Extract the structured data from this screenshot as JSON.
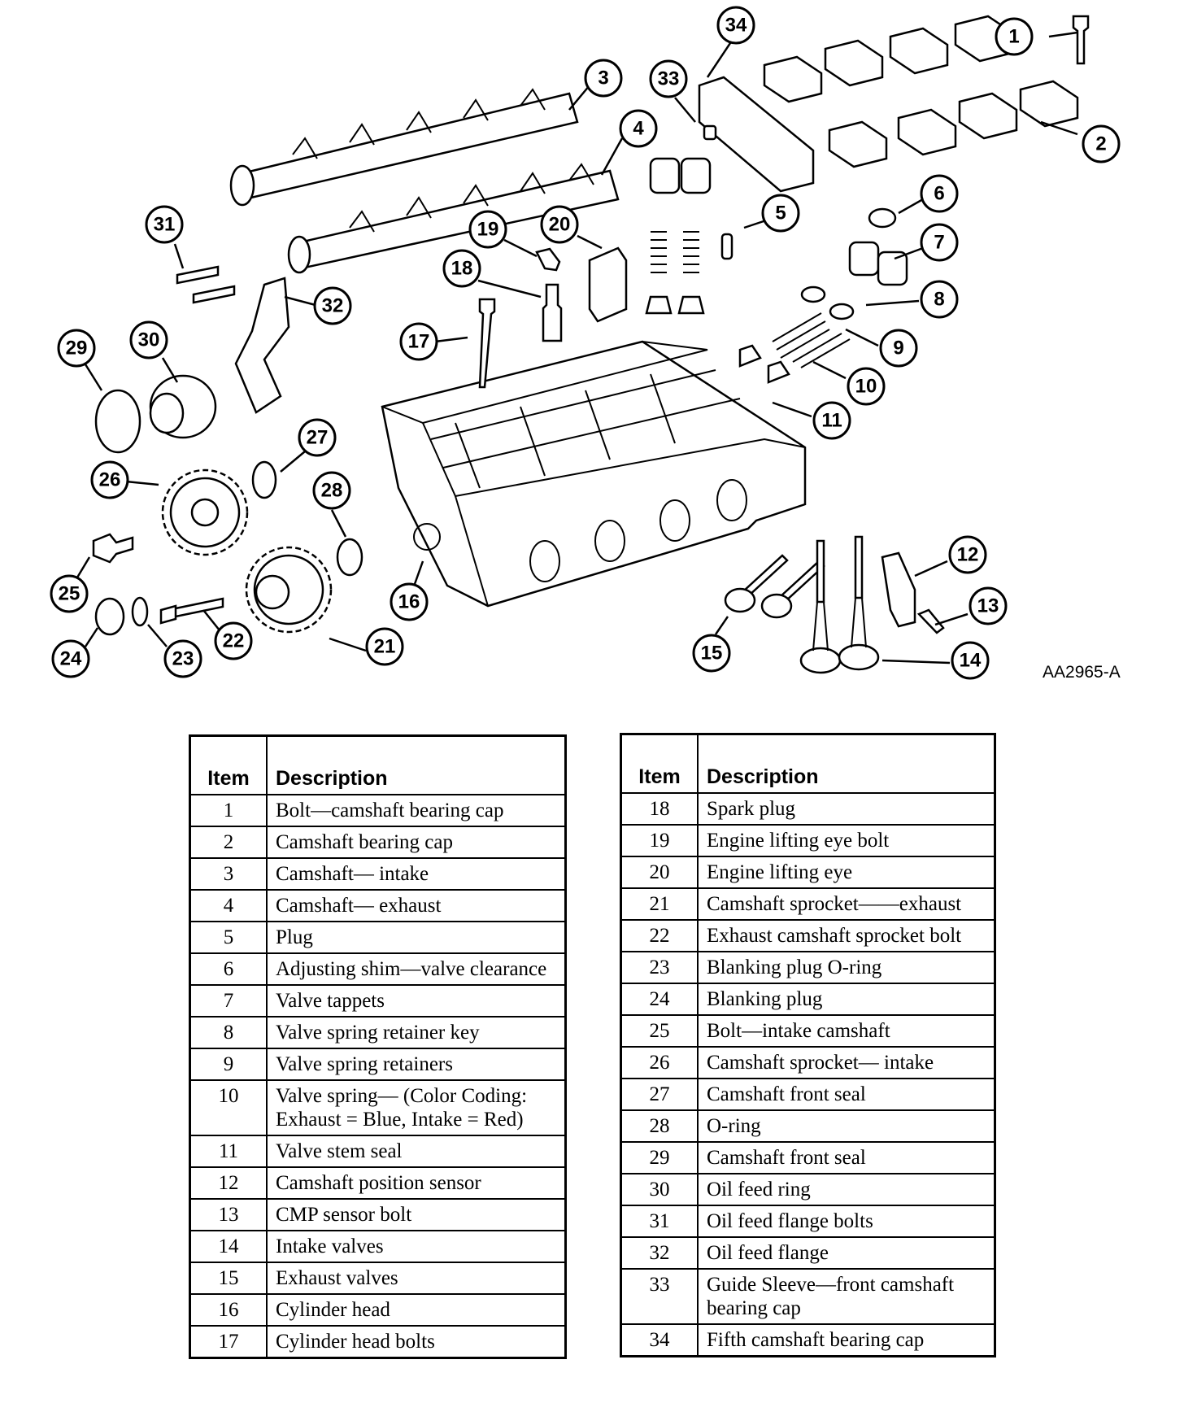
{
  "figure": {
    "code": "AA2965-A",
    "callouts": [
      "1",
      "2",
      "3",
      "4",
      "5",
      "6",
      "7",
      "8",
      "9",
      "10",
      "11",
      "12",
      "13",
      "14",
      "15",
      "16",
      "17",
      "18",
      "19",
      "20",
      "21",
      "22",
      "23",
      "24",
      "25",
      "26",
      "27",
      "28",
      "29",
      "30",
      "31",
      "32",
      "33",
      "34"
    ]
  },
  "table_left": {
    "header": {
      "item": "Item",
      "description": "Description"
    },
    "rows": [
      {
        "item": "1",
        "description": "Bolt—camshaft bearing cap"
      },
      {
        "item": "2",
        "description": "Camshaft bearing cap"
      },
      {
        "item": "3",
        "description": "Camshaft— intake"
      },
      {
        "item": "4",
        "description": "Camshaft— exhaust"
      },
      {
        "item": "5",
        "description": "Plug"
      },
      {
        "item": "6",
        "description": "Adjusting shim—valve clearance"
      },
      {
        "item": "7",
        "description": "Valve tappets"
      },
      {
        "item": "8",
        "description": "Valve spring retainer key"
      },
      {
        "item": "9",
        "description": "Valve spring retainers"
      },
      {
        "item": "10",
        "description": "Valve spring— (Color Coding: Exhaust = Blue, Intake = Red)"
      },
      {
        "item": "11",
        "description": "Valve stem seal"
      },
      {
        "item": "12",
        "description": "Camshaft position sensor"
      },
      {
        "item": "13",
        "description": "CMP sensor bolt"
      },
      {
        "item": "14",
        "description": "Intake valves"
      },
      {
        "item": "15",
        "description": "Exhaust valves"
      },
      {
        "item": "16",
        "description": "Cylinder head"
      },
      {
        "item": "17",
        "description": "Cylinder head bolts"
      }
    ]
  },
  "table_right": {
    "header": {
      "item": "Item",
      "description": "Description"
    },
    "rows": [
      {
        "item": "18",
        "description": "Spark plug"
      },
      {
        "item": "19",
        "description": "Engine lifting eye bolt"
      },
      {
        "item": "20",
        "description": "Engine lifting eye"
      },
      {
        "item": "21",
        "description": "Camshaft sprocket——exhaust"
      },
      {
        "item": "22",
        "description": "Exhaust camshaft sprocket bolt"
      },
      {
        "item": "23",
        "description": "Blanking plug O-ring"
      },
      {
        "item": "24",
        "description": "Blanking plug"
      },
      {
        "item": "25",
        "description": "Bolt—intake camshaft"
      },
      {
        "item": "26",
        "description": "Camshaft sprocket— intake"
      },
      {
        "item": "27",
        "description": "Camshaft front seal"
      },
      {
        "item": "28",
        "description": "O-ring"
      },
      {
        "item": "29",
        "description": "Camshaft front seal"
      },
      {
        "item": "30",
        "description": "Oil feed ring"
      },
      {
        "item": "31",
        "description": "Oil feed flange bolts"
      },
      {
        "item": "32",
        "description": "Oil feed flange"
      },
      {
        "item": "33",
        "description": "Guide Sleeve—front camshaft bearing cap"
      },
      {
        "item": "34",
        "description": "Fifth camshaft bearing cap"
      }
    ]
  }
}
